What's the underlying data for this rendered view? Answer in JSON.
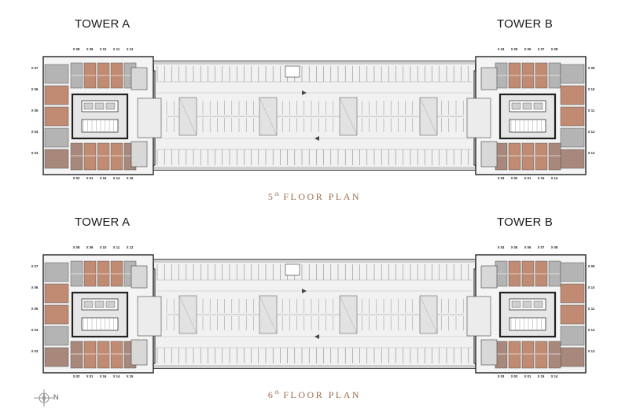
{
  "plans": [
    {
      "tower_a": "TOWER A",
      "tower_b": "TOWER B",
      "floor_number": "5",
      "floor_suffix": "th",
      "floor_caption": "FLOOR PLAN",
      "units_a_top": [
        "X 08",
        "X 09",
        "X 10",
        "X 11",
        "X 12"
      ],
      "units_a_left": [
        "X 07",
        "X 06",
        "X 05",
        "X 04",
        "X 03"
      ],
      "units_a_bottom": [
        "X 02",
        "X 01",
        "X 16",
        "X 14",
        "X 15"
      ],
      "units_b_top": [
        "X 04",
        "X 05",
        "X 06",
        "X 07",
        "X 08"
      ],
      "units_b_right": [
        "X 09",
        "X 10",
        "X 11",
        "X 12",
        "X 13"
      ],
      "units_b_bottom": [
        "X 03",
        "X 02",
        "X 01",
        "X 15",
        "X 14"
      ]
    },
    {
      "tower_a": "TOWER A",
      "tower_b": "TOWER B",
      "floor_number": "6",
      "floor_suffix": "th",
      "floor_caption": "FLOOR PLAN",
      "units_a_top": [
        "X 08",
        "X 09",
        "X 10",
        "X 11",
        "X 12"
      ],
      "units_a_left": [
        "X 07",
        "X 06",
        "X 05",
        "X 04",
        "X 03"
      ],
      "units_a_bottom": [
        "X 02",
        "X 01",
        "X 16",
        "X 14",
        "X 15"
      ],
      "units_b_top": [
        "X 04",
        "X 05",
        "X 06",
        "X 07",
        "X 08"
      ],
      "units_b_right": [
        "X 09",
        "X 10",
        "X 11",
        "X 12",
        "X 13"
      ],
      "units_b_bottom": [
        "X 03",
        "X 02",
        "X 01",
        "X 15",
        "X 14"
      ]
    }
  ],
  "compass": {
    "north_label": "N"
  },
  "colors": {
    "unit_terracotta": "#c08b72",
    "unit_brown": "#a8887a",
    "unit_grey": "#b4b4b4",
    "parking_floor": "#f1f1f1",
    "wall": "#222222",
    "caption": "#9b6a4c"
  }
}
